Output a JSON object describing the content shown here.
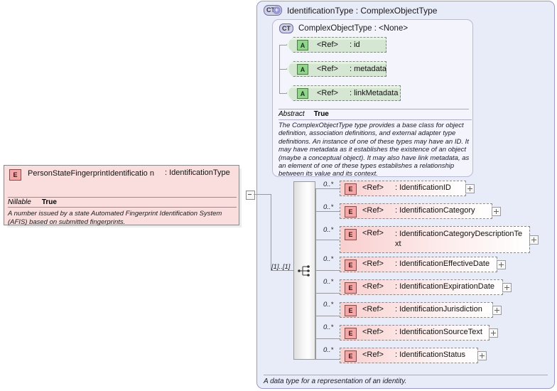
{
  "diagram": {
    "kind": "xml-schema-component-diagram",
    "colors": {
      "panel_bg": "#e8ebf8",
      "panel_border": "#9a9ac4",
      "inner_bg": "#f3f4fc",
      "attribute_bg": "#e3f5e0",
      "element_bg": "#fadede",
      "badge_attr": "#8fd58a",
      "badge_element": "#f4a7a7",
      "badge_complextype": "#cfd0ea"
    }
  },
  "complex_type_panel": {
    "badge": "CT",
    "badge_plus": "+",
    "badge_icon_name": "complex-type-expanded-icon",
    "title": "IdentificationType : ComplexObjectType",
    "documentation": "A data type for a representation of an identity."
  },
  "base_type_box": {
    "badge": "CT",
    "badge_icon_name": "complex-type-icon",
    "title": "ComplexObjectType : <None>",
    "abstract_label": "Abstract",
    "abstract_value": "True",
    "documentation": "The ComplexObjectType type provides a base class for object definition, association definitions, and external adapter type definitions. An instance of one of these types may have an ID. It may have metadata as it establishes the existence of an object (maybe a conceptual object). It may also have link metadata, as an element of one of these types establishes a relationship between its value and its context.",
    "attributes": [
      {
        "badge": "A",
        "ref": "<Ref>",
        "name": ": id"
      },
      {
        "badge": "A",
        "ref": "<Ref>",
        "name": ": metadata"
      },
      {
        "badge": "A",
        "ref": "<Ref>",
        "name": ": linkMetadata"
      }
    ]
  },
  "source_element": {
    "badge": "E",
    "badge_icon_name": "element-icon",
    "name": "PersonStateFingerprintIdentificatio\nn",
    "type_separator": ": IdentificationType",
    "nillable_label": "Nillable",
    "nillable_value": "True",
    "documentation": "A number issued by a state Automated Fingerprint Identification System (AFIS) based on submitted fingerprints.",
    "collapse_control": "-"
  },
  "sequence": {
    "icon_name": "sequence-compositor-icon",
    "cardinality": "[1]..[1]"
  },
  "child_elements": [
    {
      "badge": "E",
      "ref": "<Ref>",
      "name": ": IdentificationID",
      "cardinality": "0..*",
      "expand": "+"
    },
    {
      "badge": "E",
      "ref": "<Ref>",
      "name": ": IdentificationCategory",
      "cardinality": "0..*",
      "expand": "+"
    },
    {
      "badge": "E",
      "ref": "<Ref>",
      "name": ": IdentificationCategoryDescriptionText",
      "cardinality": "0..*",
      "expand": "+"
    },
    {
      "badge": "E",
      "ref": "<Ref>",
      "name": ": IdentificationEffectiveDate",
      "cardinality": "0..*",
      "expand": "+"
    },
    {
      "badge": "E",
      "ref": "<Ref>",
      "name": ": IdentificationExpirationDate",
      "cardinality": "0..*",
      "expand": "+"
    },
    {
      "badge": "E",
      "ref": "<Ref>",
      "name": ": IdentificationJurisdiction",
      "cardinality": "0..*",
      "expand": "+"
    },
    {
      "badge": "E",
      "ref": "<Ref>",
      "name": ": IdentificationSourceText",
      "cardinality": "0..*",
      "expand": "+"
    },
    {
      "badge": "E",
      "ref": "<Ref>",
      "name": ": IdentificationStatus",
      "cardinality": "0..*",
      "expand": "+"
    }
  ]
}
